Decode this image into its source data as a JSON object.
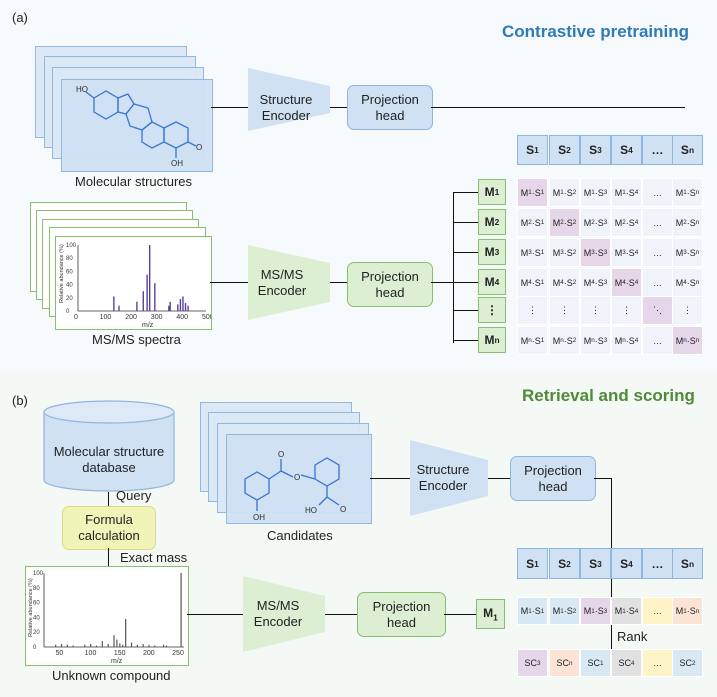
{
  "panel_a": {
    "tag": "(a)",
    "title": "Contrastive pretraining",
    "title_color": "#2e7bb8",
    "structures_caption": "Molecular structures",
    "spectra_caption": "MS/MS spectra",
    "structure_encoder": "Structure Encoder",
    "msms_encoder": "MS/MS Encoder",
    "projection_head": "Projection head",
    "spectrum_axis_x": "m/z",
    "spectrum_axis_y": "Relative abundance (%)",
    "spectrum_x_ticks": [
      "0",
      "100",
      "200",
      "300",
      "400",
      "500"
    ],
    "spectrum_y_ticks": [
      "0",
      "20",
      "40",
      "60",
      "80",
      "100"
    ],
    "molecule_labels": [
      "HO",
      "OH",
      "O"
    ],
    "s_headers": [
      "S1",
      "S2",
      "S3",
      "S4",
      "…",
      "Sn"
    ],
    "m_labels": [
      "M1",
      "M2",
      "M3",
      "M4",
      "⋮",
      "Mn"
    ],
    "matrix": [
      [
        "M1·S1",
        "M1·S2",
        "M1·S3",
        "M1·S4",
        "…",
        "M1·Sn"
      ],
      [
        "M2·S1",
        "M2·S2",
        "M2·S3",
        "M2·S4",
        "…",
        "M2·Sn"
      ],
      [
        "M3·S1",
        "M3·S2",
        "M3·S3",
        "M3·S4",
        "…",
        "M3·Sn"
      ],
      [
        "M4·S1",
        "M4·S2",
        "M4·S3",
        "M4·S4",
        "…",
        "M4·Sn"
      ],
      [
        "⋮",
        "⋮",
        "⋮",
        "⋮",
        "⋱",
        "⋮"
      ],
      [
        "Mn·S1",
        "Mn·S2",
        "Mn·S3",
        "Mn·S4",
        "…",
        "Mn·Sn"
      ]
    ]
  },
  "panel_b": {
    "tag": "(b)",
    "title": "Retrieval and scoring",
    "title_color": "#4f8a3a",
    "database": "Molecular structure database",
    "query": "Query",
    "formula": "Formula calculation",
    "exact_mass": "Exact mass",
    "candidates": "Candidates",
    "structure_encoder": "Structure Encoder",
    "msms_encoder": "MS/MS Encoder",
    "projection_head": "Projection head",
    "unknown": "Unknown compound",
    "rank": "Rank",
    "m1": "M1",
    "candidate_labels": [
      "OH",
      "HO",
      "O",
      "O",
      "O"
    ],
    "unknown_x_ticks": [
      "50",
      "100",
      "150",
      "200",
      "250"
    ],
    "unknown_y_ticks": [
      "0",
      "20",
      "40",
      "60",
      "80",
      "100"
    ],
    "unknown_axis_x": "m/z",
    "unknown_axis_y": "Relative abundance (%)",
    "s_headers": [
      "S1",
      "S2",
      "S3",
      "S4",
      "…",
      "Sn"
    ],
    "scores": [
      "M1·S1",
      "M1·S2",
      "M1·S3",
      "M1·S4",
      "…",
      "M1·Sn"
    ],
    "ranked": [
      "SC3",
      "SCn",
      "SC1",
      "SC4",
      "…",
      "SC2"
    ]
  }
}
